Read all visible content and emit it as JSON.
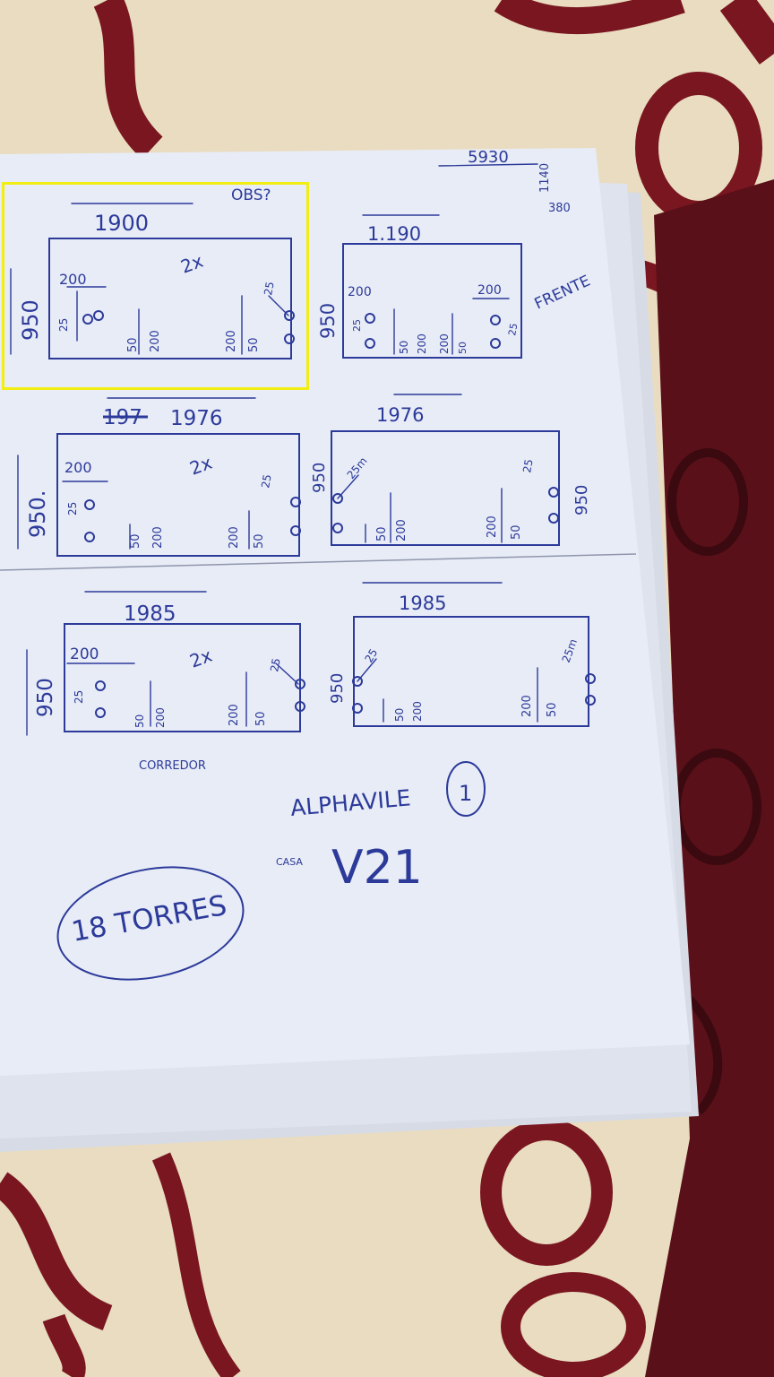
{
  "colors": {
    "ink": "#2c3a9a",
    "paper": "#e8ecf6",
    "cloth": "#e9dcc0",
    "cloth_pattern": "#7a1620",
    "highlight": "#f2ee12"
  },
  "header": {
    "total": "5930",
    "note_top": "OBS?",
    "side_a": "1140",
    "side_b": "380"
  },
  "front_label": "FRENTE",
  "panels": [
    {
      "width": "1900",
      "height": "950",
      "qty": "2x",
      "top_dim": "200",
      "hinge": "25",
      "dims_vertical": [
        "25",
        "50",
        "200",
        "200",
        "50"
      ]
    },
    {
      "width": "1.190",
      "height": "950",
      "top_dim_left": "200",
      "top_dim_right": "200",
      "dims_vertical": [
        "25",
        "50",
        "200",
        "200",
        "50",
        "25"
      ]
    },
    {
      "width": "1976",
      "width_struck": "197",
      "height": "950.",
      "qty": "2x",
      "top_dim": "200",
      "hinge": "25",
      "dims_vertical": [
        "25",
        "50",
        "200",
        "200",
        "50"
      ]
    },
    {
      "width": "1976",
      "height_left": "950",
      "height_right": "950",
      "hinge_left": "25m",
      "hinge_right": "25",
      "dims_vertical": [
        "50",
        "200",
        "200",
        "50"
      ]
    },
    {
      "width": "1985",
      "height": "950",
      "qty": "2x",
      "top_dim": "200",
      "hinge": "25",
      "dims_vertical": [
        "25",
        "50",
        "200",
        "200",
        "50"
      ]
    },
    {
      "width": "1985",
      "height": "950",
      "hinge_left": "25",
      "hinge_right": "25m",
      "dims_vertical": [
        "50",
        "200",
        "200",
        "50"
      ]
    }
  ],
  "corridor_label": "CORREDOR",
  "project": {
    "name": "ALPHAVILE",
    "number": "1",
    "casa_label": "CASA",
    "unit": "V21"
  },
  "towers": "18 TORRES"
}
